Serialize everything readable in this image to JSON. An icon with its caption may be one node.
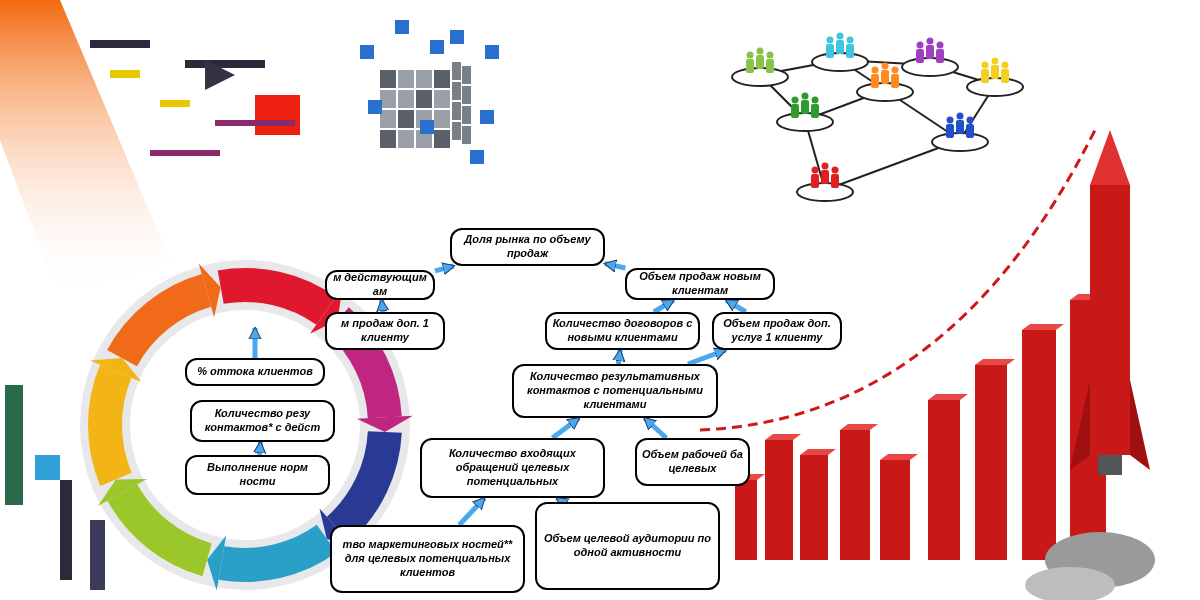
{
  "diagram": {
    "nodes": [
      {
        "text": [
          "Доля рынка по объему продаж"
        ]
      },
      {
        "text": [
          "м действующим ам"
        ]
      },
      {
        "text": [
          "Объем продаж новым клиентам"
        ]
      },
      {
        "text": [
          "м продаж доп. 1 клиенту"
        ]
      },
      {
        "text": [
          "Количество договоров с новыми клиентами"
        ]
      },
      {
        "text": [
          "Объем продаж доп. услуг 1 клиенту"
        ]
      },
      {
        "text": [
          "% оттока клиентов"
        ]
      },
      {
        "text": [
          "Количество результативных контактов с потенциальными клиентами"
        ]
      },
      {
        "text": [
          "Количество резу контактов* с дейст"
        ]
      },
      {
        "text": [
          "Количество входящих обращений целевых потенциальных"
        ]
      },
      {
        "text": [
          "Объем рабочей ба целевых"
        ]
      },
      {
        "text": [
          "Выполнение норм ности"
        ]
      },
      {
        "text": [
          "тво маркетинговых ностей** для целевых потенциальных клиентов"
        ]
      },
      {
        "text": [
          "Объем целевой аудитории по одной активности"
        ]
      }
    ],
    "edges": [
      {
        "from": 1,
        "to": 0,
        "arrow": "to"
      },
      {
        "from": 2,
        "to": 0,
        "arrow": "to"
      },
      {
        "from": 3,
        "to": 1,
        "arrow": "to"
      },
      {
        "from": 4,
        "to": 2,
        "arrow": "to"
      },
      {
        "from": 5,
        "to": 2,
        "arrow": "to"
      },
      {
        "from": 7,
        "to": 4,
        "arrow": "to"
      },
      {
        "from": 7,
        "to": 5,
        "arrow": "to"
      },
      {
        "from": 9,
        "to": 7,
        "arrow": "to"
      },
      {
        "from": 10,
        "to": 7,
        "arrow": "to"
      },
      {
        "from": 12,
        "to": 9,
        "arrow": "to"
      },
      {
        "from": 13,
        "to": 9,
        "arrow": "to"
      },
      {
        "from": 6,
        "to": null,
        "arrow": "to"
      },
      {
        "from": 11,
        "to": 8,
        "arrow": "to"
      }
    ]
  }
}
